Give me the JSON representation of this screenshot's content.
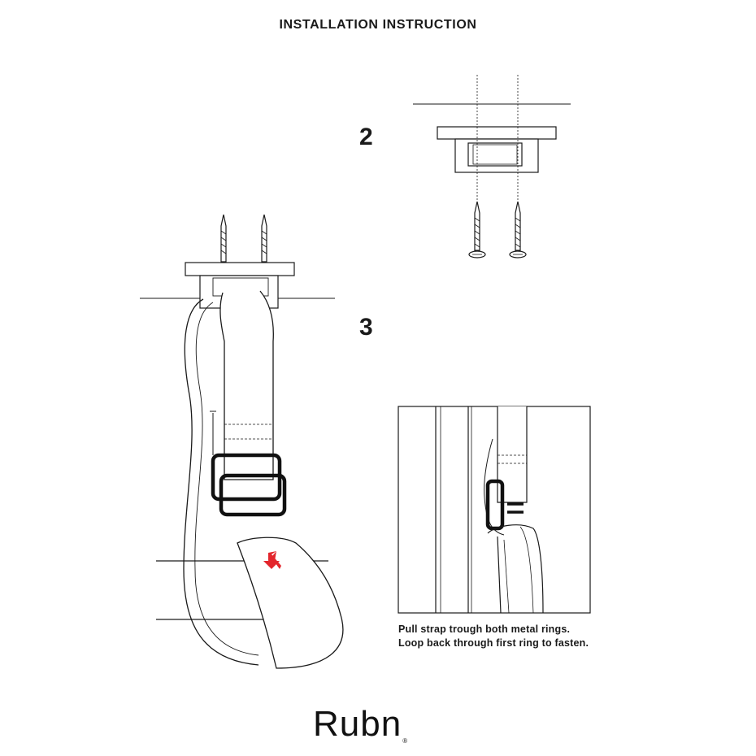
{
  "document": {
    "title": "INSTALLATION INSTRUCTION",
    "steps": [
      {
        "number": "2"
      },
      {
        "number": "3"
      }
    ],
    "caption": {
      "line1": "Pull strap trough both metal rings.",
      "line2": "Loop back through first ring to fasten."
    },
    "brand": {
      "name": "Rubn",
      "mark": "®"
    },
    "colors": {
      "ink": "#1a1a1a",
      "arrow": "#e3262c"
    }
  }
}
